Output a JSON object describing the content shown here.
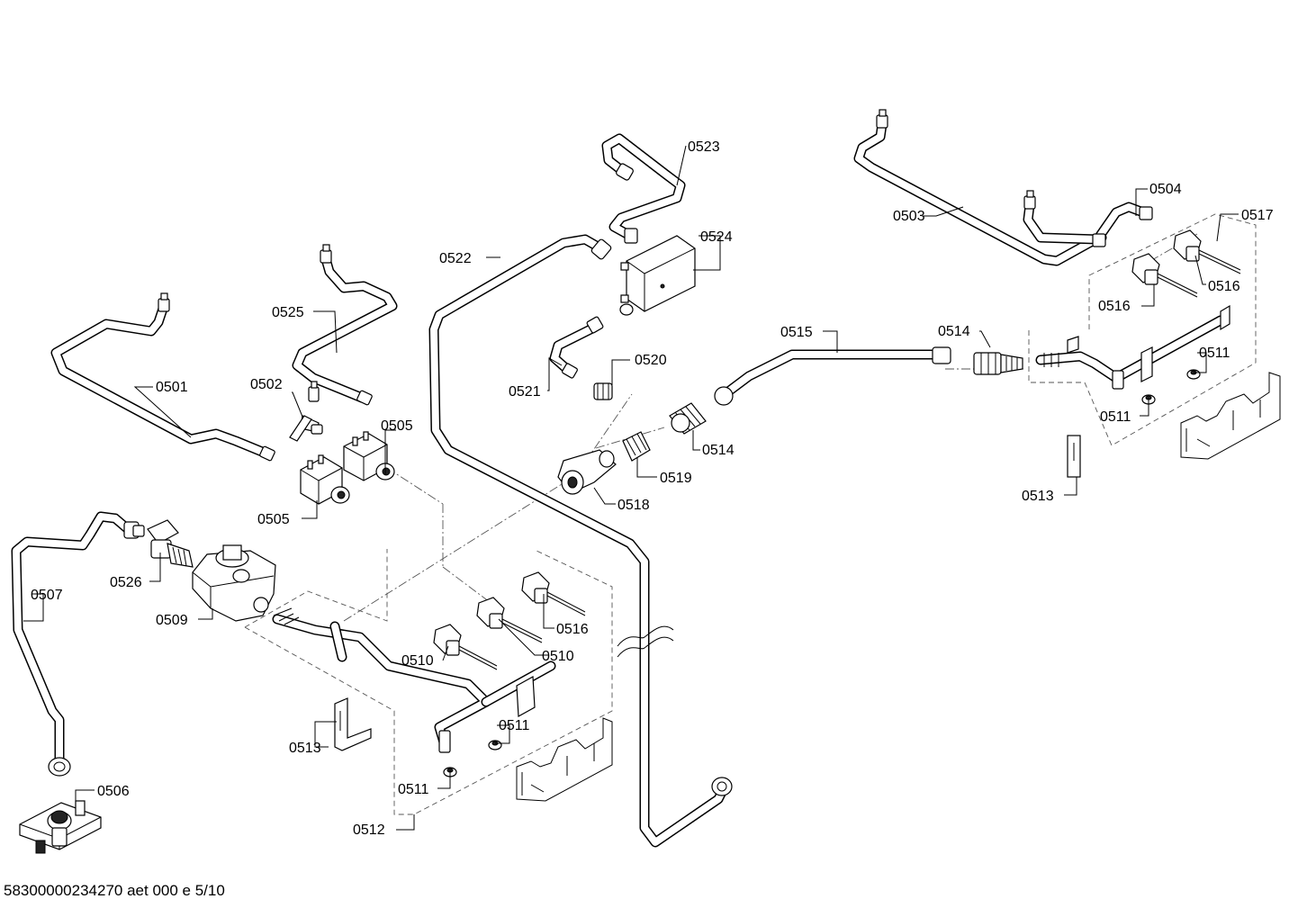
{
  "labels": {
    "p0501": "0501",
    "p0502": "0502",
    "p0503": "0503",
    "p0504": "0504",
    "p0505a": "0505",
    "p0505b": "0505",
    "p0506": "0506",
    "p0507": "0507",
    "p0509": "0509",
    "p0510a": "0510",
    "p0510b": "0510",
    "p0511a": "0511",
    "p0511b": "0511",
    "p0511c": "0511",
    "p0511d": "0511",
    "p0512": "0512",
    "p0513a": "0513",
    "p0513b": "0513",
    "p0514a": "0514",
    "p0514b": "0514",
    "p0515": "0515",
    "p0516a": "0516",
    "p0516b": "0516",
    "p0516c": "0516",
    "p0517": "0517",
    "p0518": "0518",
    "p0519": "0519",
    "p0520": "0520",
    "p0521": "0521",
    "p0522": "0522",
    "p0523": "0523",
    "p0524": "0524",
    "p0525": "0525",
    "p0526": "0526"
  },
  "footer": {
    "code": "58300000234270 aet 000 e 5/10"
  }
}
